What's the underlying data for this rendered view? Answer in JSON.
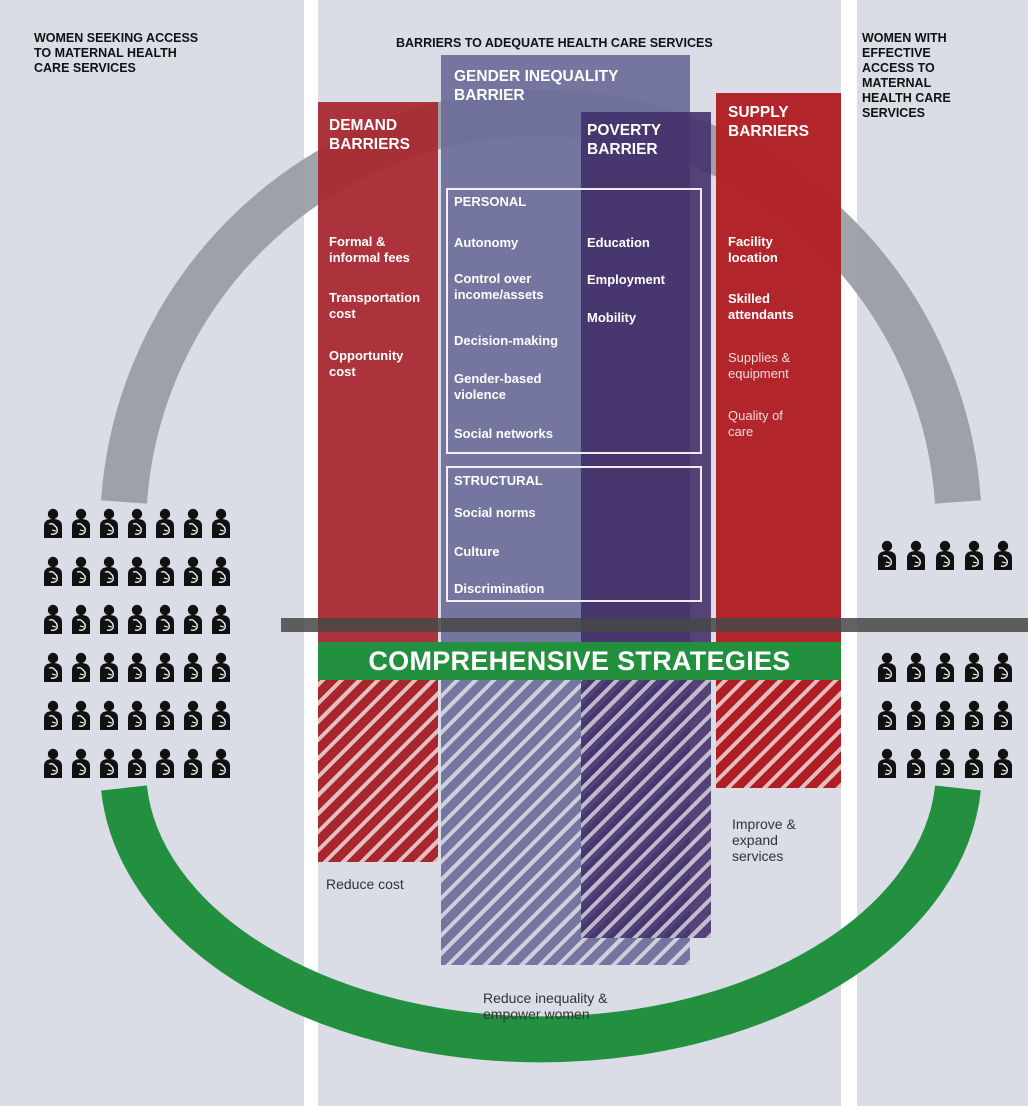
{
  "headers": {
    "left": "WOMEN SEEKING ACCESS\nTO MATERNAL HEALTH\nCARE SERVICES",
    "center": "BARRIERS TO ADEQUATE HEALTH CARE SERVICES",
    "right": "WOMEN WITH\nEFFECTIVE\nACCESS TO\nMATERNAL\nHEALTH CARE\n SERVICES"
  },
  "demand": {
    "title": "DEMAND\nBARRIERS",
    "items": [
      "Formal &\ninformal fees",
      "Transportation\ncost",
      "Opportunity\ncost"
    ],
    "outcome": "Reduce cost"
  },
  "gender": {
    "title": "GENDER INEQUALITY\nBARRIER",
    "personal_title": "PERSONAL",
    "personal_items": [
      "Autonomy",
      "Control over\nincome/assets",
      "Decision-making",
      "Gender-based\nviolence",
      "Social networks"
    ],
    "structural_title": "STRUCTURAL",
    "structural_items": [
      "Social norms",
      "Culture",
      "Discrimination"
    ],
    "outcome": "Reduce inequality &\nempower women"
  },
  "poverty": {
    "title": "POVERTY\nBARRIER",
    "items": [
      "Education",
      "Employment",
      "Mobility"
    ]
  },
  "supply": {
    "title": "SUPPLY\nBARRIERS",
    "items_bold": [
      "Facility\nlocation",
      "Skilled\nattendants"
    ],
    "items_light": [
      "Supplies &\nequipment",
      "Quality of\ncare"
    ],
    "outcome": "Improve &\nexpand\nservices"
  },
  "strategy_label": "COMPREHENSIVE STRATEGIES",
  "population": {
    "seeking_count": 42,
    "effective_access_count": 5,
    "after_strategies_count": 15
  },
  "colors": {
    "panel": "#dadde6",
    "demand_red": "#a8262d",
    "supply_red": "#b01e23",
    "gender_purple": "#6b6c99",
    "poverty_purple": "#46316b",
    "strategy_green": "#22903f",
    "arc_gray": "#9b9ea4"
  }
}
